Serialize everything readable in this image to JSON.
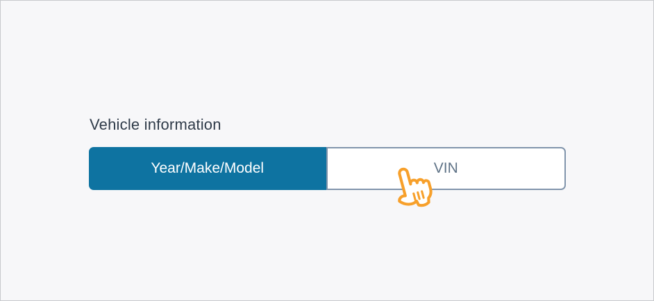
{
  "window": {
    "background_color": "#F7F7F9",
    "frame_border_color": "#C7C9CD"
  },
  "vehicle_section": {
    "label": "Vehicle information",
    "toggle": {
      "options": [
        {
          "id": "year-make-model",
          "label": "Year/Make/Model",
          "selected": true
        },
        {
          "id": "vin",
          "label": "VIN",
          "selected": false
        }
      ]
    }
  },
  "cursor": {
    "icon": "hand-pointer-icon",
    "color": "#F7A02B",
    "target_option": "VIN"
  },
  "colors": {
    "accent_teal": "#0E73A1",
    "toggle_border": "#8094AB",
    "unselected_text": "#5E7286",
    "selected_text": "#FFFFFF",
    "heading_text": "#2F3B49"
  }
}
